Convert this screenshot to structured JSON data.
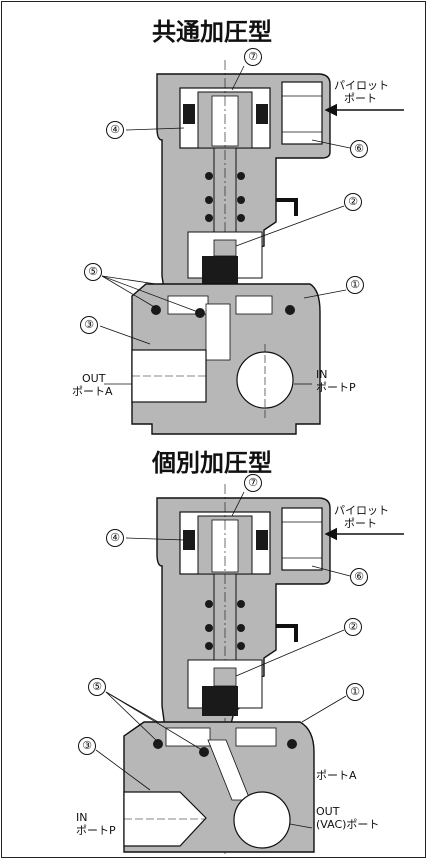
{
  "top": {
    "title": "共通加圧型",
    "pilot_port": [
      "パイロット",
      "ポート"
    ],
    "out_port": [
      "OUT",
      "ポートA"
    ],
    "in_port": [
      "IN",
      "ポートP"
    ],
    "callouts": [
      "⑦",
      "④",
      "⑥",
      "②",
      "⑤",
      "①",
      "③"
    ]
  },
  "bottom": {
    "title": "個別加圧型",
    "pilot_port": [
      "パイロット",
      "ポート"
    ],
    "port_a": "ポートA",
    "out_port": [
      "OUT",
      "(VAC)ポート"
    ],
    "in_port": [
      "IN",
      "ポートP"
    ],
    "callouts": [
      "⑦",
      "④",
      "⑥",
      "②",
      "⑤",
      "①",
      "③"
    ]
  },
  "colors": {
    "body_fill": "#b7b7b7",
    "seal_fill": "#1a1a1a",
    "line": "#111111",
    "background": "#ffffff"
  }
}
